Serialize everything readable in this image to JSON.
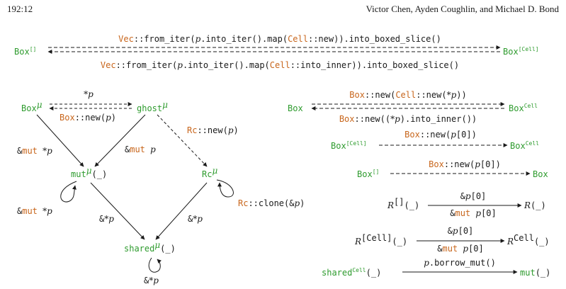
{
  "header": {
    "page_number": "192:12",
    "authors": "Victor Chen, Ayden Coughlin, and Michael D. Bond"
  },
  "colors": {
    "green": "#2e9b2e",
    "orange": "#c8661c",
    "text": "#1a1a1a"
  },
  "top": {
    "left_node": "Box[]",
    "right_node": "Box[Cell]",
    "forward": "Vec::from_iter(p.into_iter().map(Cell::new)).into_boxed_slice()",
    "backward": "Vec::from_iter(p.into_iter().map(Cell::into_inner)).into_boxed_slice()"
  },
  "lattice": {
    "nodes": [
      "Boxμ",
      "ghostμ",
      "mutμ(_)",
      "Rcμ",
      "sharedμ(_)"
    ],
    "edges": [
      "*p",
      "Box::new(p)",
      "&mut *p",
      "&mut p",
      "Rc::new(p)",
      "&mut *p",
      "Rc::clone(&p)",
      "&*p",
      "&*p",
      "&*p"
    ]
  },
  "rules": [
    {
      "from": "Box",
      "to": "BoxCell",
      "forward": "Box::new(Cell::new(*p))",
      "backward": "Box::new((*p).into_inner())"
    },
    {
      "from": "Box[Cell]",
      "to": "BoxCell",
      "label": "Box::new(p[0])"
    },
    {
      "from": "Box[]",
      "to": "Box",
      "label": "Box::new(p[0])"
    },
    {
      "from": "R[](_)",
      "to": "R(_)",
      "above": "&p[0]",
      "below": "&mut p[0]"
    },
    {
      "from": "R[Cell](_)",
      "to": "RCell(_)",
      "above": "&p[0]",
      "below": "&mut p[0]"
    },
    {
      "from": "sharedCell(_)",
      "to": "mut(_)",
      "label": "p.borrow_mut()"
    }
  ]
}
